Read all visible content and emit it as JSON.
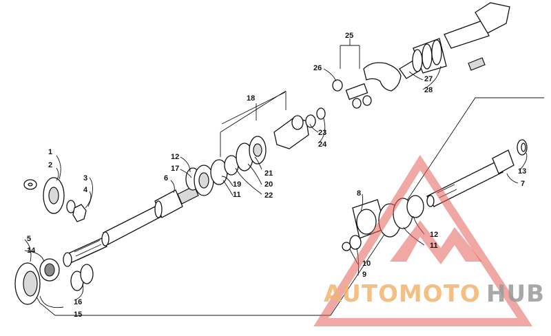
{
  "callouts": {
    "c1": "1",
    "c2": "2",
    "c3": "3",
    "c4": "4",
    "c5": "5",
    "c6": "6",
    "c7": "7",
    "c8": "8",
    "c9": "9",
    "c10": "10",
    "c11a": "11",
    "c11b": "11",
    "c12a": "12",
    "c12b": "12",
    "c13": "13",
    "c14": "14",
    "c15": "15",
    "c16": "16",
    "c17": "17",
    "c18": "18",
    "c19": "19",
    "c20": "20",
    "c21": "21",
    "c22": "22",
    "c23": "23",
    "c24": "24",
    "c25": "25",
    "c26": "26",
    "c27": "27",
    "c28": "28"
  },
  "watermark": {
    "part_a": "AUTOMOTO",
    "part_b": "HUB",
    "color_a": "#f3b46e",
    "color_b": "#9a9a9a",
    "triangle_color": "#e4605a"
  }
}
